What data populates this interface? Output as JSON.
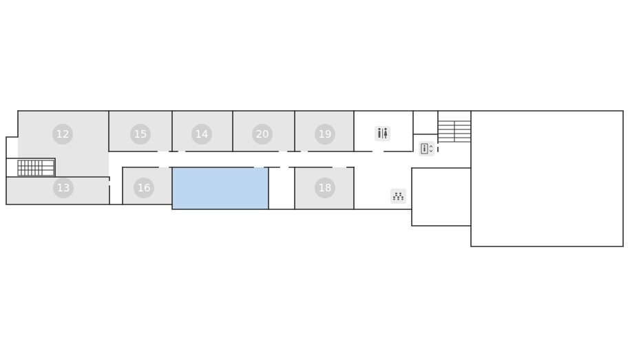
{
  "rooms": [
    {
      "id": "12",
      "label": "12"
    },
    {
      "id": "15",
      "label": "15"
    },
    {
      "id": "14",
      "label": "14"
    },
    {
      "id": "20",
      "label": "20"
    },
    {
      "id": "19",
      "label": "19"
    },
    {
      "id": "13",
      "label": "13"
    },
    {
      "id": "16",
      "label": "16"
    },
    {
      "id": "18",
      "label": "18"
    }
  ],
  "highlighted_room": "unlabeled room between 16 and 18",
  "poi_icons": {
    "restroom": "restroom-icon",
    "elevator": "elevator-icon",
    "meeting_point": "people-group-icon"
  },
  "colors": {
    "room_fill": "#e6e6e6",
    "highlight_fill": "#bdd7f1",
    "wall": "#2b2b2b",
    "badge": "#cfcfcf",
    "badge_text": "#ffffff"
  }
}
